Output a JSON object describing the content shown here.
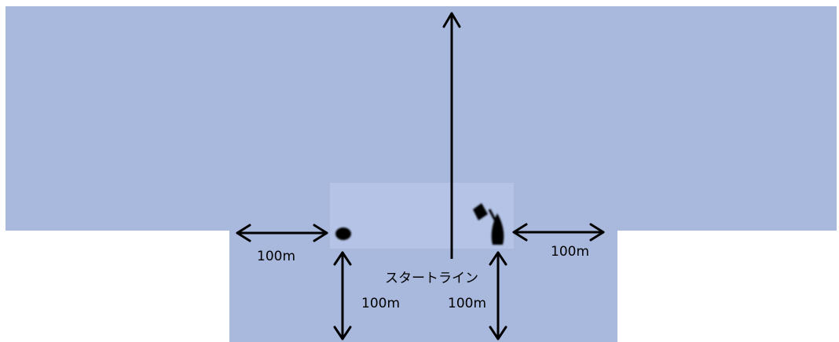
{
  "labels": {
    "left_distance": "100m",
    "right_distance": "100m",
    "below_left_distance": "100m",
    "below_right_distance": "100m",
    "start_line": "スタートライン"
  },
  "colors": {
    "water": "#a9b9dd",
    "zone_highlight": "#b4c3e6",
    "line": "#000000",
    "background": "#ffffff"
  },
  "icons": {
    "left_mark": "buoy-icon",
    "right_mark": "committee-boat-icon",
    "boat_flag": "flag-icon"
  }
}
